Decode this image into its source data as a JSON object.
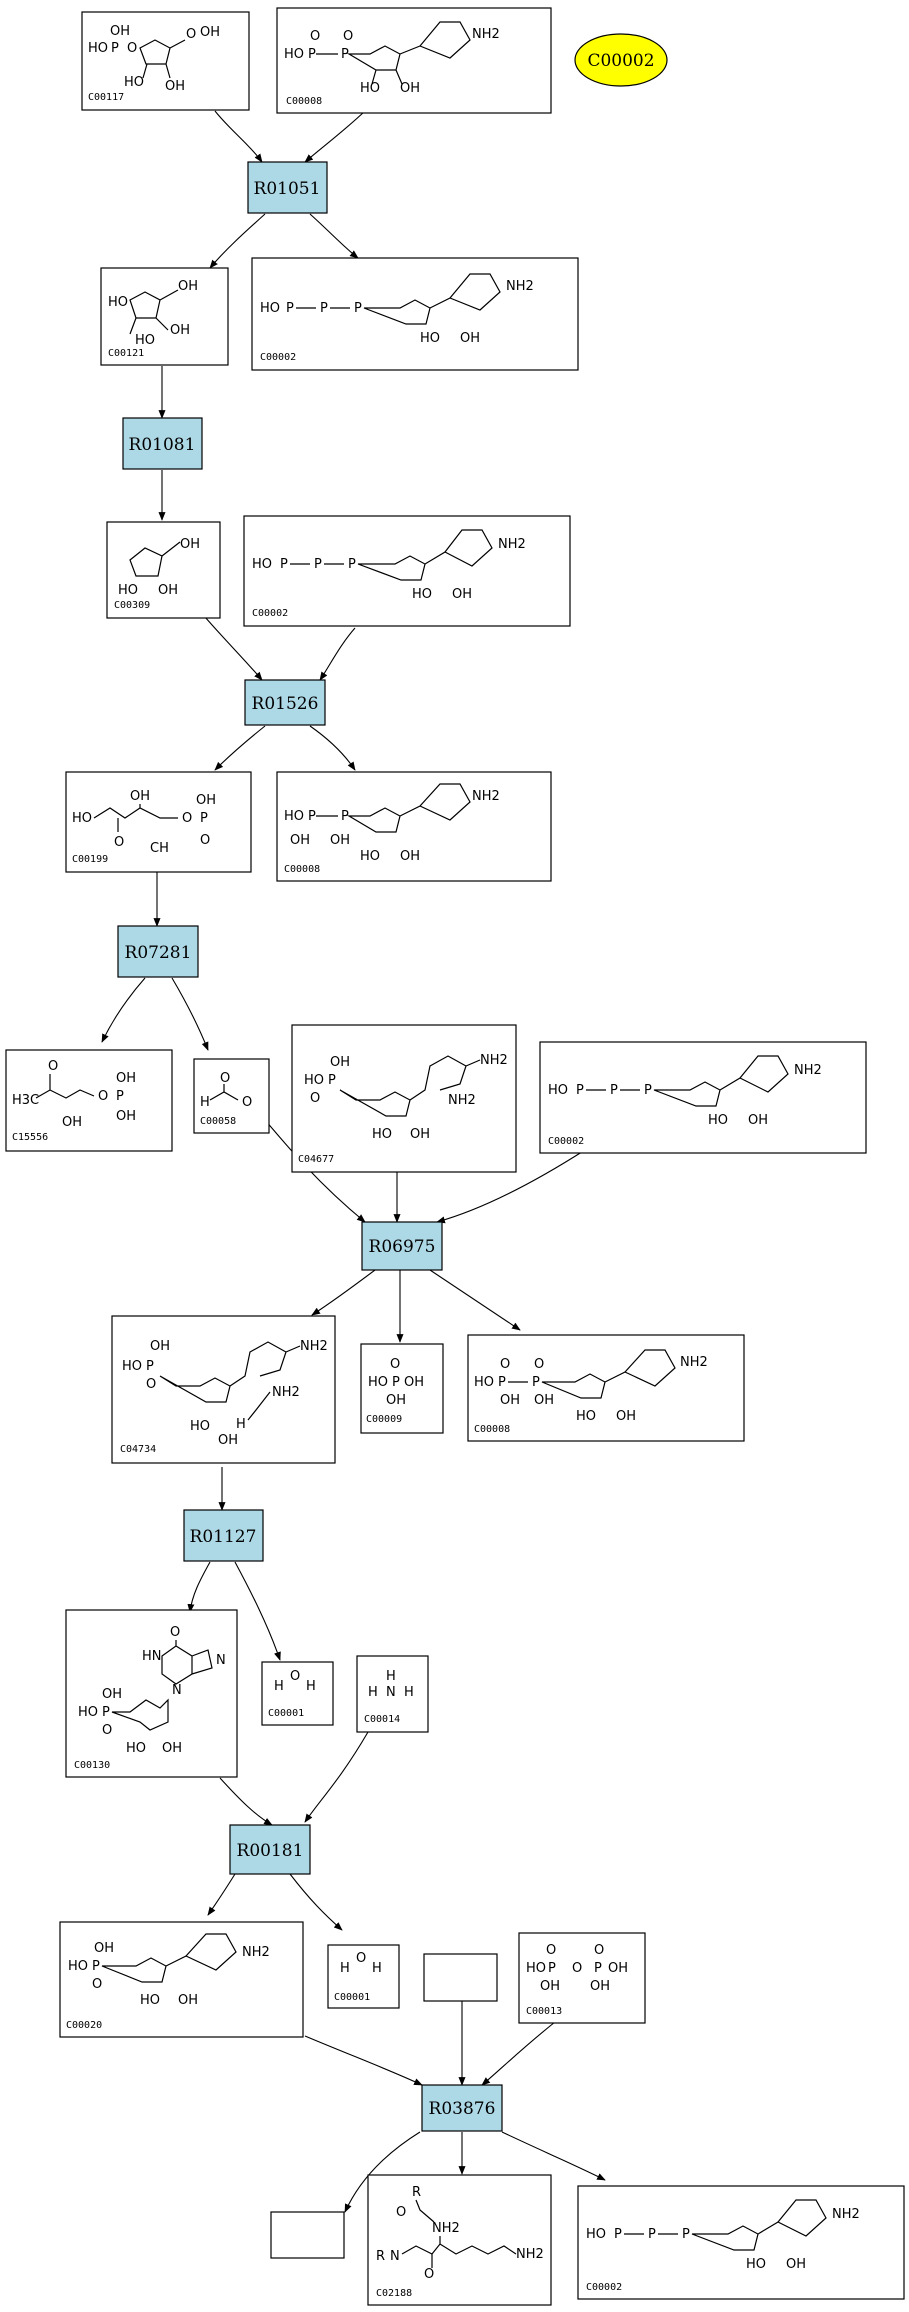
{
  "highlight": {
    "label": "C00002",
    "color": "#ffff00"
  },
  "reactions": [
    {
      "id": "R01051"
    },
    {
      "id": "R01081"
    },
    {
      "id": "R01526"
    },
    {
      "id": "R07281"
    },
    {
      "id": "R06975"
    },
    {
      "id": "R01127"
    },
    {
      "id": "R00181"
    },
    {
      "id": "R03876"
    }
  ],
  "compounds": [
    {
      "id": "C00117",
      "formula": "HO-P-O ribose-5P OH"
    },
    {
      "id": "C00008",
      "formula": "ADP"
    },
    {
      "id": "C00121",
      "formula": "D-Ribose"
    },
    {
      "id": "C00002",
      "formula": "ATP"
    },
    {
      "id": "C00309",
      "formula": "D-Ribulose"
    },
    {
      "id": "C00002",
      "formula": "ATP"
    },
    {
      "id": "C00199",
      "formula": "D-Ribulose 5-phosphate"
    },
    {
      "id": "C00008",
      "formula": "ADP"
    },
    {
      "id": "C15556",
      "formula": "H3C-C(=O)-CH(OH)-CH2-O-PO3H2"
    },
    {
      "id": "C00058",
      "formula": "Formate"
    },
    {
      "id": "C04677",
      "formula": "AICAR"
    },
    {
      "id": "C00002",
      "formula": "ATP"
    },
    {
      "id": "C04734",
      "formula": "FAICAR"
    },
    {
      "id": "C00009",
      "formula": "Orthophosphate"
    },
    {
      "id": "C00008",
      "formula": "ADP"
    },
    {
      "id": "C00130",
      "formula": "IMP"
    },
    {
      "id": "C00001",
      "formula": "H2O"
    },
    {
      "id": "C00014",
      "formula": "NH3"
    },
    {
      "id": "C00020",
      "formula": "AMP"
    },
    {
      "id": "C00001",
      "formula": "H2O"
    },
    {
      "id": "C00013",
      "formula": "Diphosphate"
    },
    {
      "id": "C02188",
      "formula": "Protein lysine"
    },
    {
      "id": "C00002",
      "formula": "ATP"
    }
  ],
  "atoms": {
    "oh": "OH",
    "ho": "HO",
    "o": "O",
    "p": "P",
    "n": "N",
    "nh2": "NH2",
    "h": "H",
    "r": "R",
    "ch": "CH",
    "h3c": "H3C",
    "hn": "HN",
    "hr": "R"
  }
}
